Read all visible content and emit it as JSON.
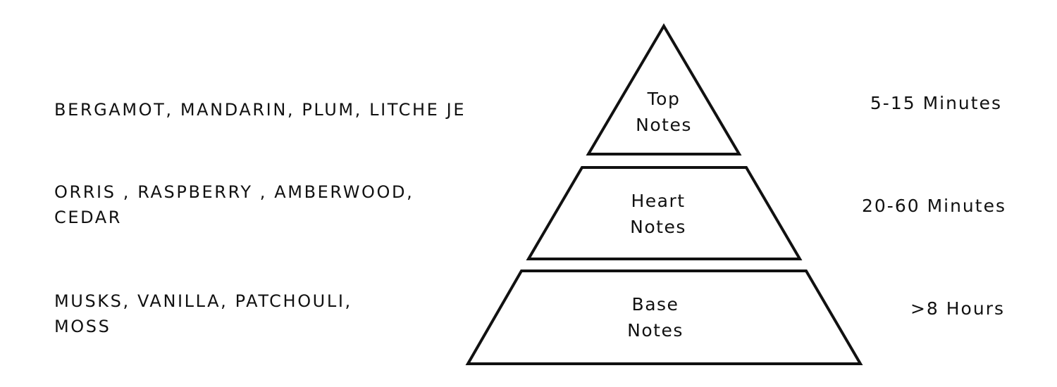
{
  "tiers": [
    {
      "name": "Top\nNotes",
      "line1": "Top",
      "line2": "Notes",
      "ingredients": [
        "BERGAMOT, MANDARIN, PLUM, LITCHE JE"
      ],
      "duration": "5-15 Minutes"
    },
    {
      "name": "Heart\nNotes",
      "line1": "Heart",
      "line2": "Notes",
      "ingredients": [
        "ORRIS , RASPBERRY , AMBERWOOD,",
        "CEDAR"
      ],
      "duration": "20-60 Minutes"
    },
    {
      "name": "Base\nNotes",
      "line1": "Base",
      "line2": "Notes",
      "ingredients": [
        "MUSKS, VANILLA, PATCHOULI,",
        "MOSS"
      ],
      "duration": ">8 Hours"
    }
  ],
  "colors": {
    "stroke": "#111111",
    "background": "#ffffff"
  }
}
